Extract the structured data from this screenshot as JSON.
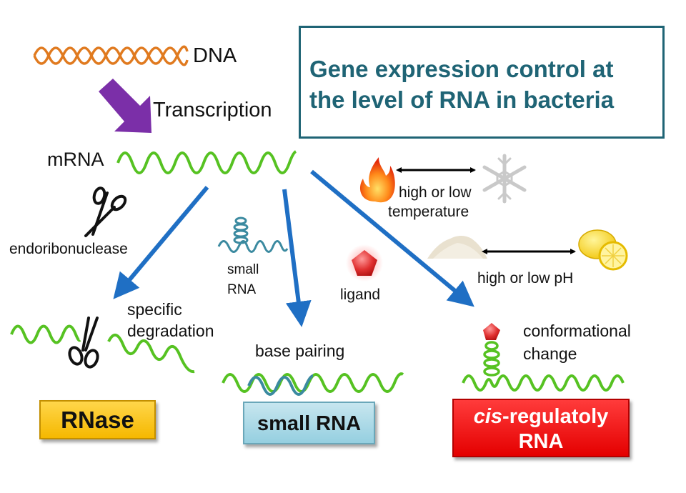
{
  "title": "Gene expression control at\nthe level of RNA in bacteria",
  "labels": {
    "dna": "DNA",
    "transcription": "Transcription",
    "mrna": "mRNA",
    "endoribonuclease": "endoribonuclease",
    "small_rna_1": "small",
    "small_rna_2": "RNA",
    "ligand": "ligand",
    "high_low_temp_1": "high or low",
    "high_low_temp_2": "temperature",
    "high_low_ph": "high or low pH",
    "specific": "specific",
    "degradation": "degradation",
    "base_pairing": "base pairing",
    "conformational": "conformational",
    "change": "change"
  },
  "boxes": {
    "rnase": "RNase",
    "small_rna": "small RNA",
    "cis_italic": "cis",
    "cis_rest": "-regulatoly",
    "cis_line2": "RNA"
  },
  "colors": {
    "title": "#1f6475",
    "dna": "#e07a1f",
    "mrna": "#56c222",
    "arrow_blue": "#1f6fc4",
    "arrow_purple": "#7b2fa8",
    "small_rna": "#3b8aa0",
    "rnase_box": "#f5b800",
    "small_rna_box": "#95cfe0",
    "cis_box": "#e40000"
  },
  "icons": [
    "scissors-icon",
    "flame-icon",
    "snowflake-icon",
    "powder-icon",
    "lemon-icon",
    "ligand-icon"
  ]
}
